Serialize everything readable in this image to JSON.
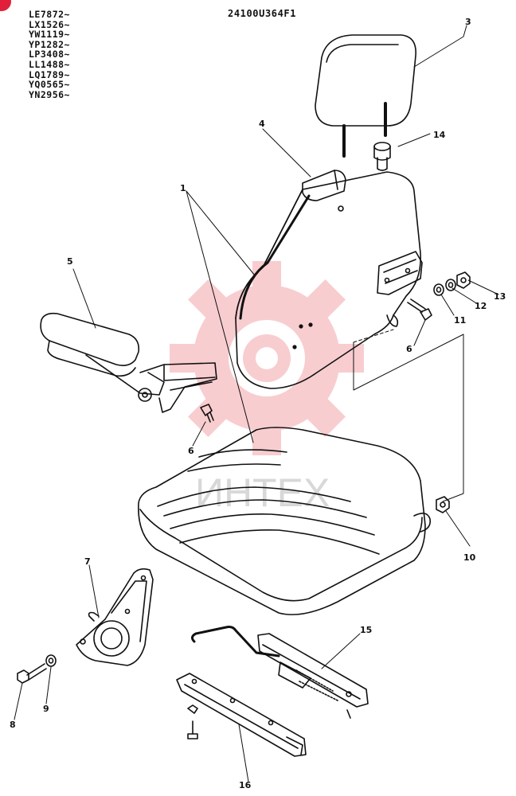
{
  "drawing_code": "24100U364F1",
  "serial_numbers": [
    "LE7872~",
    "LX1526~",
    "YW1119~",
    "YP1282~",
    "LP3408~",
    "LL1488~",
    "LQ1789~",
    "YQ0565~",
    "YN2956~"
  ],
  "callouts": {
    "c1": "1",
    "c3": "3",
    "c4": "4",
    "c5": "5",
    "c6a": "6",
    "c6b": "6",
    "c7": "7",
    "c8": "8",
    "c9": "9",
    "c10": "10",
    "c11": "11",
    "c12": "12",
    "c13": "13",
    "c14": "14",
    "c15": "15",
    "c16": "16"
  },
  "watermark": {
    "text": "ИНТЕХ",
    "color": "#e8505a"
  },
  "colors": {
    "line": "#111111",
    "marker": "#e0203a"
  }
}
